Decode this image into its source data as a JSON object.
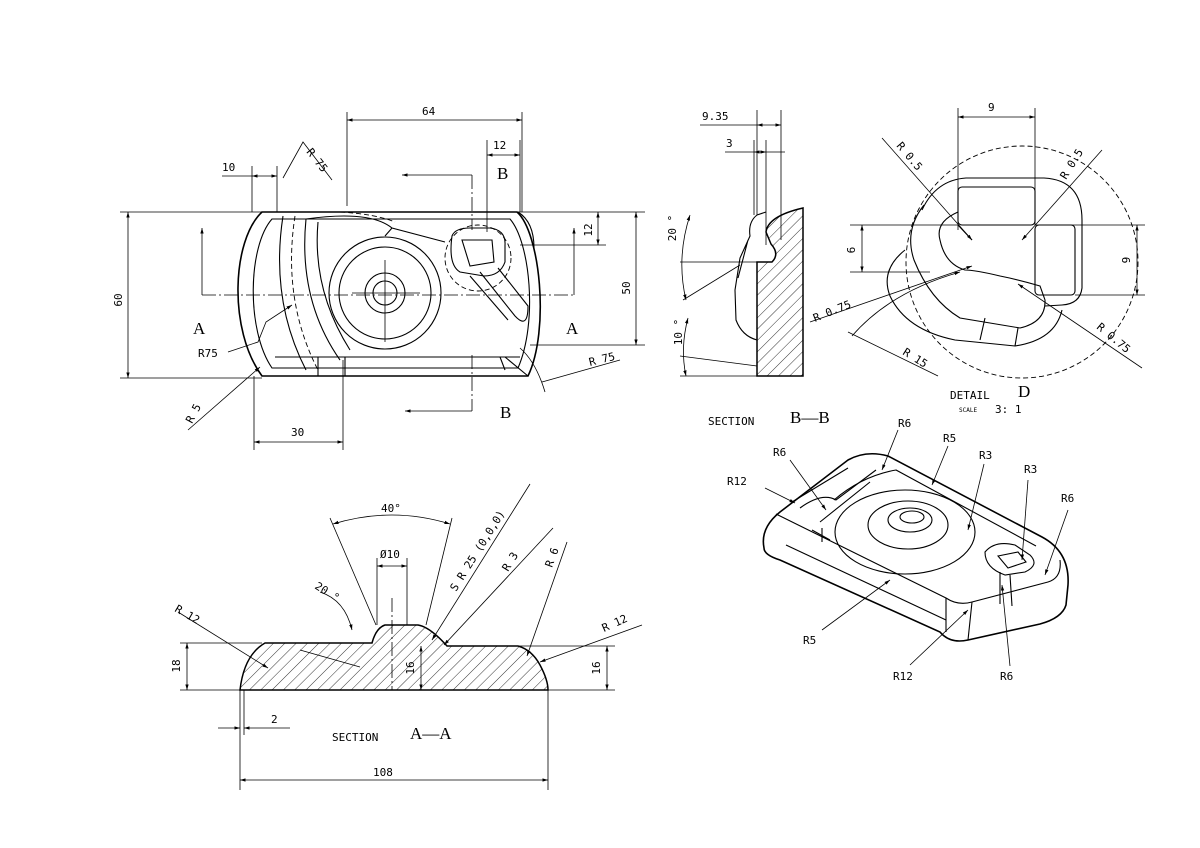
{
  "top_view": {
    "dim_64": "64",
    "dim_12_top": "12",
    "dim_10": "10",
    "radius_top": "R 75",
    "section_b_top": "B",
    "section_b_bottom": "B",
    "dim_60": "60",
    "dim_50": "50",
    "dim_12_right": "12",
    "section_a_left": "A",
    "section_a_right": "A",
    "radius_left": "R75",
    "radius_bottom_right": "R 75",
    "radius_corner": "R 5",
    "dim_30": "30"
  },
  "section_bb": {
    "dim_9_35": "9.35",
    "dim_3": "3",
    "angle_20": "20 °",
    "angle_10": "10 °",
    "title_word": "SECTION",
    "title_letters": "B—B"
  },
  "detail_d": {
    "dim_9_top": "9",
    "radius_top_left": "R 0.5",
    "radius_top_right": "R 0.5",
    "dim_6": "6",
    "dim_9_right": "9",
    "radius_left": "R 0.75",
    "radius_right": "R 0.75",
    "radius_15": "R 15",
    "title_word": "DETAIL",
    "title_letter": "D",
    "scale_word": "SCALE",
    "scale_value": "3: 1"
  },
  "section_aa": {
    "angle_40": "40°",
    "diameter": "Ø10",
    "sphere_radius": "S R 25 (0,0,0)",
    "radius_3": "R 3",
    "radius_6": "R 6",
    "angle_20": "20 °",
    "radius_12_left": "R 12",
    "radius_12_right": "R 12",
    "dim_18": "18",
    "dim_16_center": "16",
    "dim_16_right": "16",
    "dim_2": "2",
    "title_word": "SECTION",
    "title_letters": "A—A",
    "dim_108": "108"
  },
  "isometric": {
    "r6_top": "R6",
    "r6_left": "R6",
    "r5_top": "R5",
    "r12_left": "R12",
    "r3_center": "R3",
    "r3_right": "R3",
    "r6_right": "R6",
    "r5_front": "R5",
    "r12_front": "R12",
    "r6_front": "R6"
  }
}
